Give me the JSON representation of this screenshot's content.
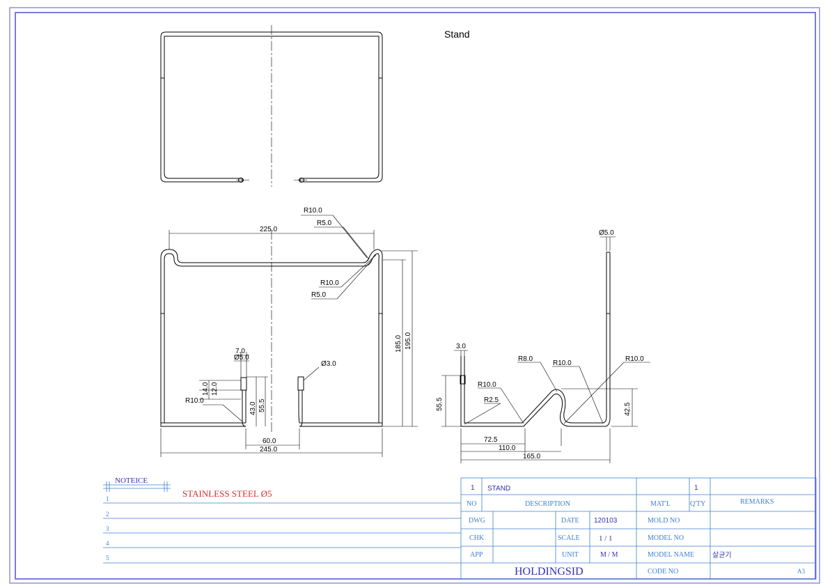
{
  "drawing": {
    "title": "Stand"
  },
  "dimensions": {
    "top_width": "225.0",
    "r_outer_top": "R10.0",
    "r_inner_top": "R5.0",
    "r_outer_mid": "R10.0",
    "r_inner_mid": "R5.0",
    "height_inner": "185.0",
    "height_outer": "195.0",
    "dim_7": "7.0",
    "dim_dia5_a": "Ø5.0",
    "dim_14": "14.0",
    "dim_12": "12.0",
    "r_bottom_left": "R10.0",
    "dim_43": "43.0",
    "dim_55_5_front": "55.5",
    "dim_dia3": "Ø3.0",
    "dim_60": "60.0",
    "dim_245": "245.0",
    "side_dia5": "Ø5.0",
    "side_3": "3.0",
    "side_55_5": "55.5",
    "side_r10_a": "R10.0",
    "side_r2_5": "R2.5",
    "side_r8": "R8.0",
    "side_r10_b": "R10.0",
    "side_r10_c": "R10.0",
    "side_42_5": "42.5",
    "side_72_5": "72.5",
    "side_110": "110.0",
    "side_165": "165.0"
  },
  "notes": {
    "heading": "NOTEICE",
    "rows": [
      "1",
      "2",
      "3",
      "4",
      "5"
    ],
    "line1": "STAINLESS STEEL Ø5"
  },
  "title_block": {
    "item_no": "1",
    "item_desc": "STAND",
    "item_qty": "1",
    "h_no": "NO",
    "h_desc": "DESCRIPTION",
    "h_matl": "MAT'L",
    "h_qty": "Q'TY",
    "h_remarks": "REMARKS",
    "dwg": "DWG",
    "date_label": "DATE",
    "date_value": "120103",
    "mold_no": "MOLD NO",
    "chk": "CHK",
    "scale_label": "SCALE",
    "scale_value": "1 / 1",
    "model_no": "MODEL NO",
    "app": "APP",
    "unit_label": "UNIT",
    "unit_value": "M / M",
    "model_name": "MODEL NAME",
    "model_name_value": "살균기",
    "company": "HOLDINGSID",
    "code_no": "CODE NO",
    "sheet_size": "A3"
  },
  "colors": {
    "frame": "#5a5ad0",
    "table": "#3b7fd0",
    "note_red": "#d03030"
  }
}
